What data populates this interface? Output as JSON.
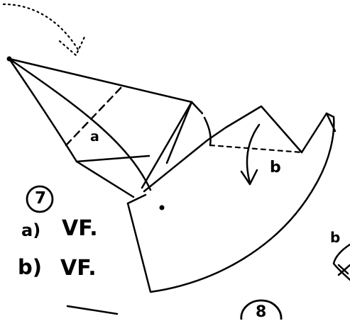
{
  "step": {
    "number": "7",
    "instructions": [
      {
        "part": "a)",
        "fold": "VF."
      },
      {
        "part": "b)",
        "fold": "VF."
      }
    ]
  },
  "fold_labels": {
    "a": "a",
    "b": "b"
  },
  "next_step": {
    "number": "8",
    "partial_label": "b"
  },
  "colors": {
    "ink": "#000000",
    "paper": "#ffffff"
  }
}
